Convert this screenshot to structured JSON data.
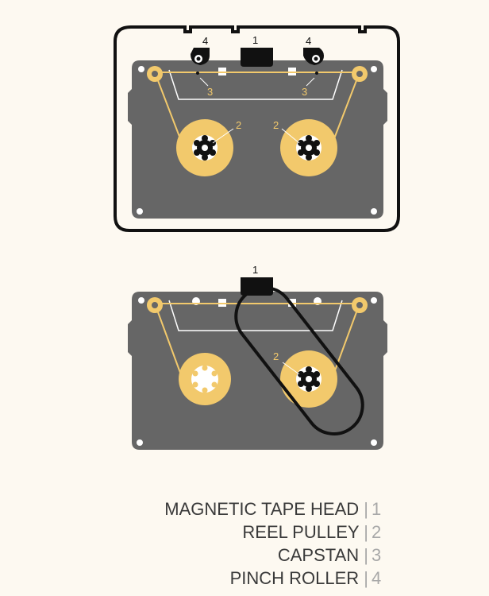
{
  "colors": {
    "background": "#fdf9f1",
    "cassette_body": "#666666",
    "tape_gold": "#f2c96c",
    "outline": "#111111",
    "label_text": "#3a3a3a",
    "number_muted": "#a8a8a8",
    "hole_white": "#ffffff"
  },
  "diagram": {
    "top_figure": {
      "labels": {
        "head": "1",
        "reel_left": "2",
        "reel_right": "2",
        "capstan_left": "3",
        "capstan_right": "3",
        "roller_left": "4",
        "roller_right": "4"
      }
    },
    "bottom_figure": {
      "labels": {
        "head": "1",
        "reel_right": "2"
      }
    }
  },
  "legend": {
    "items": [
      {
        "label": "MAGNETIC TAPE HEAD",
        "separator": "|",
        "number": "1"
      },
      {
        "label": "REEL PULLEY",
        "separator": "|",
        "number": "2"
      },
      {
        "label": "CAPSTAN",
        "separator": "|",
        "number": "3"
      },
      {
        "label": "PINCH ROLLER",
        "separator": "|",
        "number": "4"
      }
    ]
  }
}
